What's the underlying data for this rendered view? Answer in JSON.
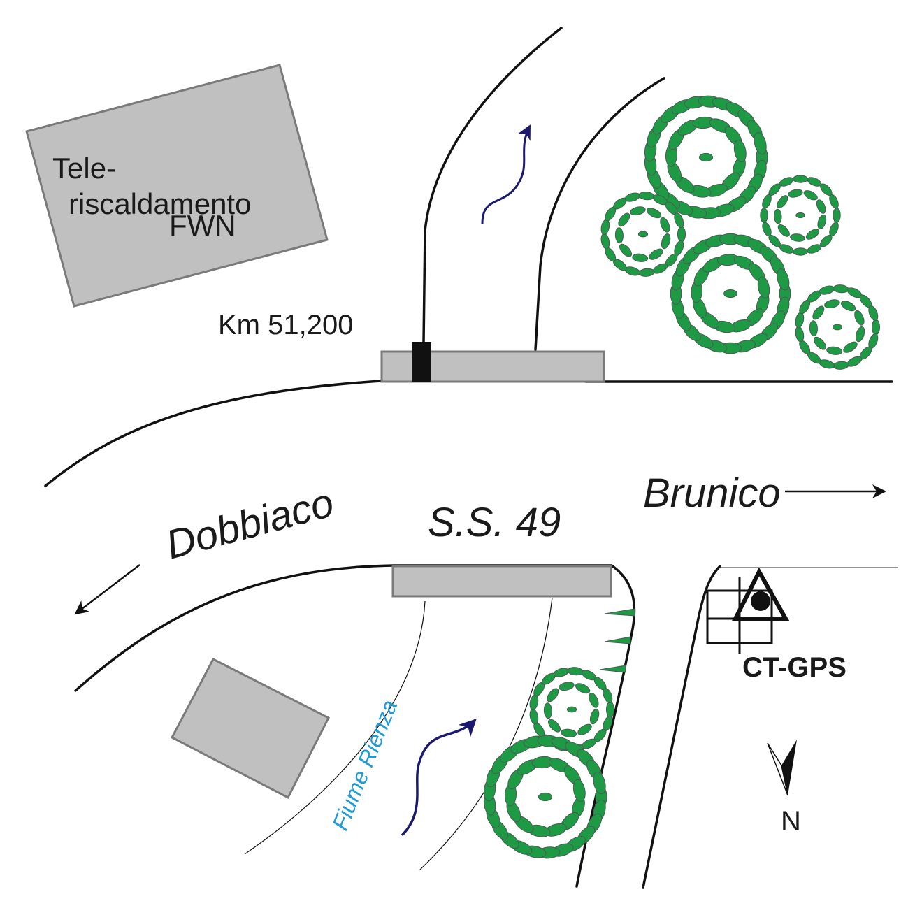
{
  "labels": {
    "building": "Tele-\nriscaldamento\nFWN",
    "km": "Km 51,200",
    "road": "S.S. 49",
    "west": "Dobbiaco",
    "east": "Brunico",
    "river": "Fiume Rienza",
    "station": "CT-GPS",
    "north": "N"
  },
  "colors": {
    "building_fill": "#c0c0c0",
    "tree_fill": "#1e9a45",
    "river_arrow": "#1c1a6e",
    "river_text": "#1e9ad6"
  },
  "icons": [
    "north-arrow-icon",
    "gps-station-icon",
    "tree-icon",
    "flow-arrow-icon"
  ]
}
